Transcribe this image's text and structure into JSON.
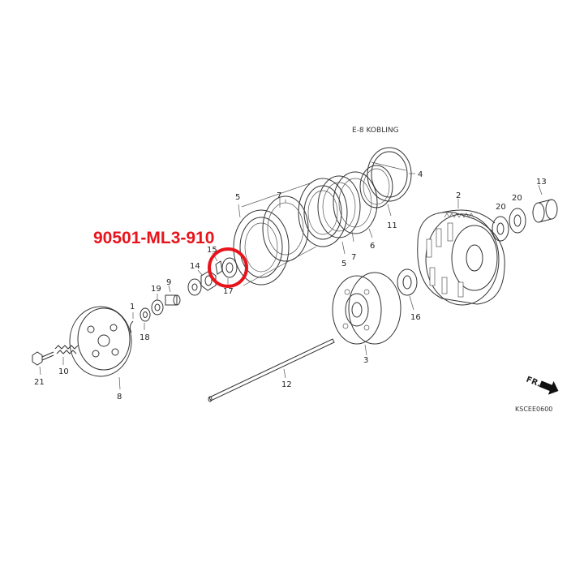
{
  "diagram": {
    "section_title": "E-8 KOBLING",
    "drawing_code": "KSCEE0600",
    "direction_label": "FR.",
    "highlight": {
      "part_number": "90501-ML3-910",
      "color": "#e8141c"
    },
    "callouts": [
      {
        "id": "c1",
        "label": "1"
      },
      {
        "id": "c2",
        "label": "2"
      },
      {
        "id": "c3",
        "label": "3"
      },
      {
        "id": "c4",
        "label": "4"
      },
      {
        "id": "c5a",
        "label": "5"
      },
      {
        "id": "c5b",
        "label": "5"
      },
      {
        "id": "c6",
        "label": "6"
      },
      {
        "id": "c7a",
        "label": "7"
      },
      {
        "id": "c7b",
        "label": "7"
      },
      {
        "id": "c8",
        "label": "8"
      },
      {
        "id": "c9",
        "label": "9"
      },
      {
        "id": "c10",
        "label": "10"
      },
      {
        "id": "c11",
        "label": "11"
      },
      {
        "id": "c12",
        "label": "12"
      },
      {
        "id": "c13",
        "label": "13"
      },
      {
        "id": "c14",
        "label": "14"
      },
      {
        "id": "c15",
        "label": "15"
      },
      {
        "id": "c16",
        "label": "16"
      },
      {
        "id": "c17",
        "label": "17"
      },
      {
        "id": "c18",
        "label": "18"
      },
      {
        "id": "c19",
        "label": "19"
      },
      {
        "id": "c20a",
        "label": "20"
      },
      {
        "id": "c20b",
        "label": "20"
      },
      {
        "id": "c21",
        "label": "21"
      }
    ]
  }
}
